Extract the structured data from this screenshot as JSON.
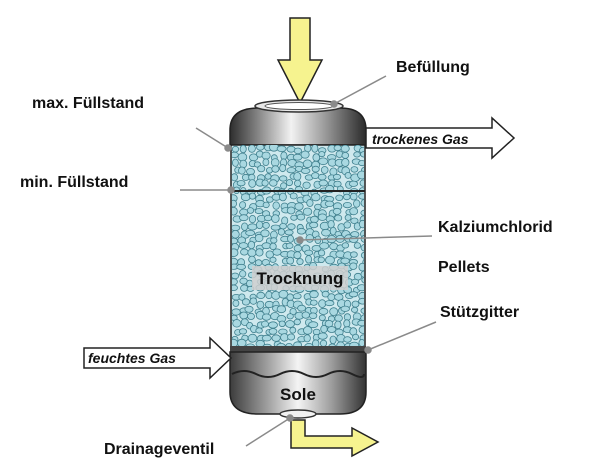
{
  "labels": {
    "befuellung": "Befüllung",
    "max_fuellstand": "max. Füllstand",
    "min_fuellstand": "min. Füllstand",
    "trockenes_gas": "trockenes Gas",
    "kalziumchlorid": "Kalziumchlorid",
    "pellets": "Pellets",
    "trocknung": "Trocknung",
    "stuetzgitter": "Stützgitter",
    "feuchtes_gas": "feuchtes Gas",
    "sole": "Sole",
    "drainageventil": "Drainageventil"
  },
  "colors": {
    "inlet_arrow": "#f6f38f",
    "pellet_fill": "#a9d8e1",
    "pellet_stroke": "#3f7f8d",
    "vessel_dark": "#3a3a3a",
    "vessel_light": "#e6e6e6",
    "leader_line": "#8a8a8a"
  }
}
